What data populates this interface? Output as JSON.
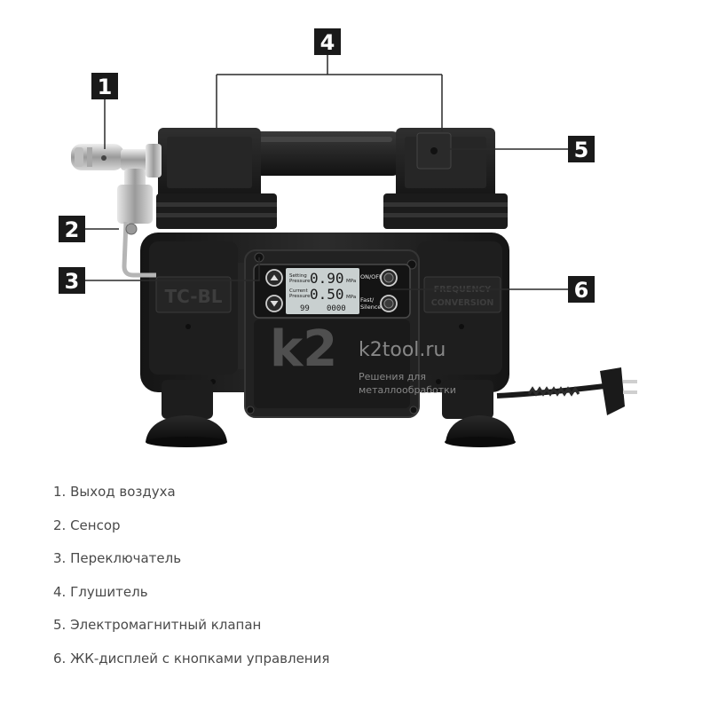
{
  "callouts": [
    "1",
    "2",
    "3",
    "4",
    "5",
    "6"
  ],
  "legend": [
    "1. Выход воздуха",
    "2. Сенсор",
    "3. Переключатель",
    "4. Глушитель",
    "5. Электромагнитный клапан",
    "6. ЖК-дисплей с кнопками управления"
  ],
  "device": {
    "brand_plate": "TC-BL",
    "right_plate_line1": "FREQUENCY",
    "right_plate_line2": "CONVERSION",
    "lcd": {
      "setting_label_1": "Setting",
      "setting_label_2": "Pressure",
      "setting_value": "0.90",
      "current_label_1": "Current",
      "current_label_2": "Pressure",
      "current_value": "0.50",
      "unit": "MPa",
      "counter_left": "99",
      "counter_right": "0000"
    },
    "button_labels": {
      "on_off": "ON/OFF",
      "fast_1": "Fast/",
      "fast_2": "Silence"
    }
  },
  "watermark": {
    "logo": "k2",
    "site": "k2tool.ru",
    "tagline_1": "Решения для",
    "tagline_2": "металлообработки"
  },
  "colors": {
    "callout_box": "#1a1a1a",
    "body": "#1c1c1c",
    "body_highlight": "#2e2e2e",
    "lcd_screen": "#c9d0d0",
    "legend_text": "#4a4a4a",
    "watermark": "#9a9a9a"
  }
}
